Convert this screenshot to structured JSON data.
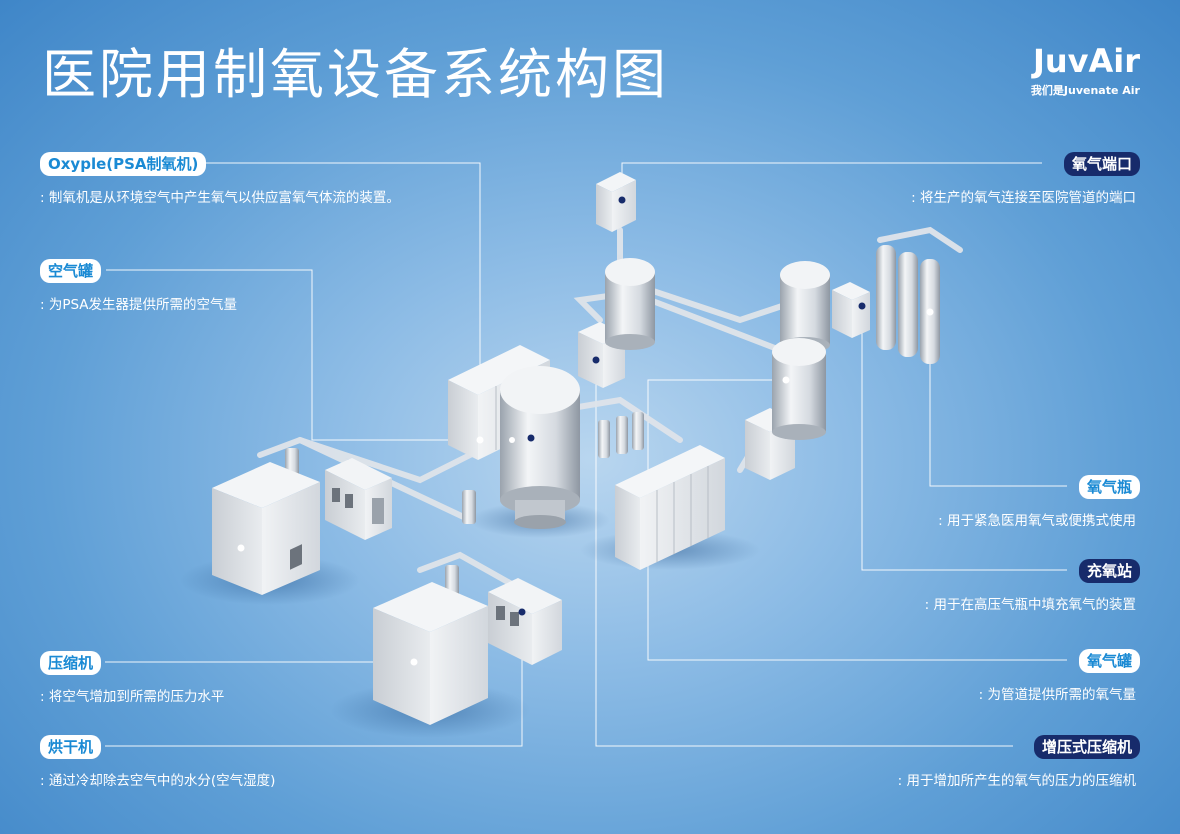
{
  "title": "医院用制氧设备系统构图",
  "logo": {
    "brand": "JuvAir",
    "tagline": "我们是Juvenate Air"
  },
  "callouts": {
    "oxyple": {
      "label": "Oxyple(PSA制氧机)",
      "desc": ": 制氧机是从环境空气中产生氧气以供应富氧气体流的装置。"
    },
    "air_tank": {
      "label": "空气罐",
      "desc": ": 为PSA发生器提供所需的空气量"
    },
    "compressor": {
      "label": "压缩机",
      "desc": ": 将空气增加到所需的压力水平"
    },
    "dryer": {
      "label": "烘干机",
      "desc": ": 通过冷却除去空气中的水分(空气湿度)"
    },
    "o2_port": {
      "label": "氧气端口",
      "desc": ": 将生产的氧气连接至医院管道的端口"
    },
    "o2_cylinder": {
      "label": "氧气瓶",
      "desc": ": 用于紧急医用氧气或便携式使用"
    },
    "filling": {
      "label": "充氧站",
      "desc": ": 用于在高压气瓶中填充氧气的装置"
    },
    "o2_tank": {
      "label": "氧气罐",
      "desc": ": 为管道提供所需的氧气量"
    },
    "booster": {
      "label": "增压式压缩机",
      "desc": ": 用于增加所产生的氧气的压力的压缩机"
    }
  },
  "colors": {
    "label_navy": "#172b6b",
    "label_text_blue": "#1a8ad4",
    "equipment": "#e6eaef"
  }
}
